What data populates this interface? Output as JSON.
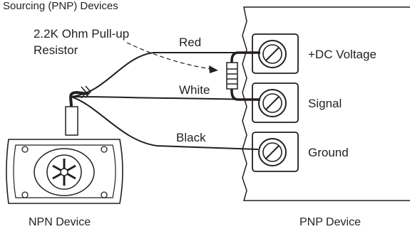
{
  "heading": "Sourcing (PNP) Devices",
  "resistor_label_line1": "2.2K Ohm Pull-up",
  "resistor_label_line2": "Resistor",
  "wires": {
    "red": "Red",
    "white": "White",
    "black": "Black"
  },
  "terminals": {
    "dc_voltage": "+DC Voltage",
    "signal": "Signal",
    "ground": "Ground"
  },
  "captions": {
    "npn_device": "NPN Device",
    "pnp_device": "PNP Device"
  },
  "colors": {
    "ink": "#231f20",
    "terminal_fill": "#ffffff",
    "resistor_fill": "#ffffff"
  }
}
